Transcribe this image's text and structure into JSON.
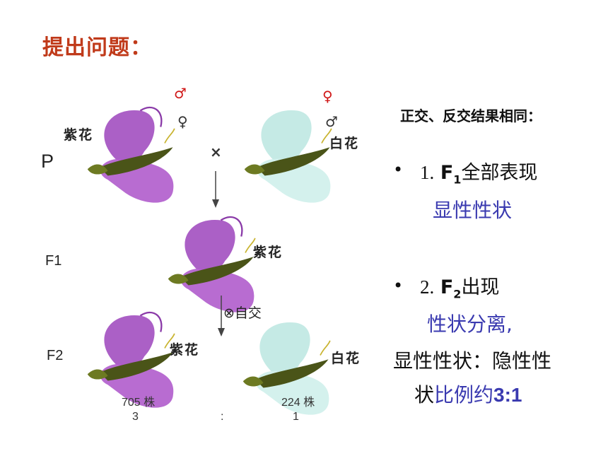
{
  "title": "提出问题：",
  "diagram": {
    "gen_p": "P",
    "gen_f1": "F1",
    "gen_f2": "F2",
    "cross_symbol": "×",
    "self_cross": "⊗自交",
    "label_purple_p": "紫花",
    "label_white_p": "白花",
    "label_purple_f1": "紫花",
    "label_purple_f2": "紫花",
    "label_white_f2": "白花",
    "male_top_left": "♂",
    "female_under_left": "♀",
    "female_top_right": "♀",
    "male_under_right": "♂",
    "count_purple": "705 株",
    "count_white": "224 株",
    "ratio_left": "3",
    "ratio_sep": ":",
    "ratio_right": "1"
  },
  "notes": {
    "heading": "正交、反交结果相同：",
    "point1_bullet": "•",
    "point1_num": "1.",
    "point1_f": "F",
    "point1_sub": "1",
    "point1_text": "全部表现",
    "point1_line2": "显性性状",
    "point2_bullet": "•",
    "point2_num": "2.",
    "point2_f": "F",
    "point2_sub": "2",
    "point2_text": "出现",
    "point2_line2": "性状分离,",
    "point2_line3": "显性性状：隐性性",
    "point2_line4_a": "状",
    "point2_line4_b": "比例约",
    "point2_line4_c": "3:1"
  },
  "colors": {
    "title": "#c03a1a",
    "blue_text": "#3a3ab0",
    "purple_petal": "#a24fc0",
    "white_petal": "#bfe8e2",
    "red_symbol": "#d01818"
  }
}
